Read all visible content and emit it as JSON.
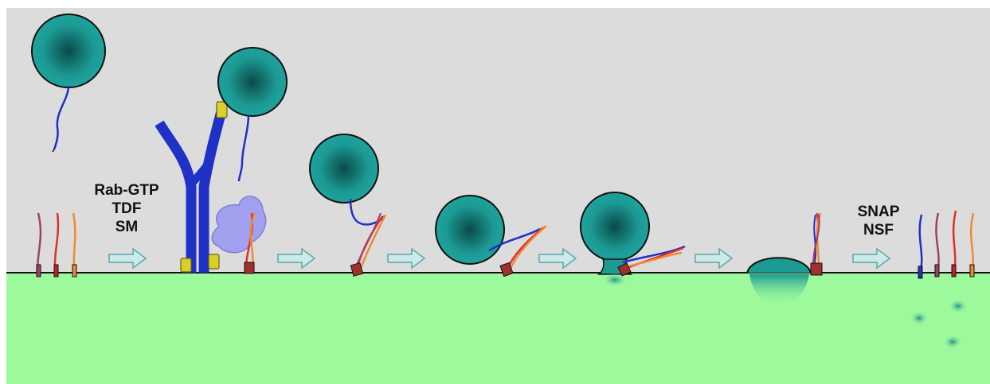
{
  "diagram": {
    "step1_labels": [
      "Rab-GTP",
      "TDF",
      "SM"
    ],
    "step_final_labels": [
      "SNAP",
      "NSF"
    ],
    "colors": {
      "cytosol": "#dcdcdc",
      "lumen": "#9cfa9c",
      "vesicle": "#1c9a94",
      "vesicle_core": "#0a4a48",
      "tether": "#1f31c7",
      "arrow_fill": "#cdeaea",
      "arrow_stroke": "#5fa7a7",
      "sm_protein": "#9b9bf2",
      "rab": "#d8cf2a"
    },
    "icons": [
      "vesicle",
      "snare",
      "tethering-factor",
      "sm-protein",
      "rab-gtp",
      "step-arrow",
      "fusion-pore",
      "content-release"
    ]
  }
}
